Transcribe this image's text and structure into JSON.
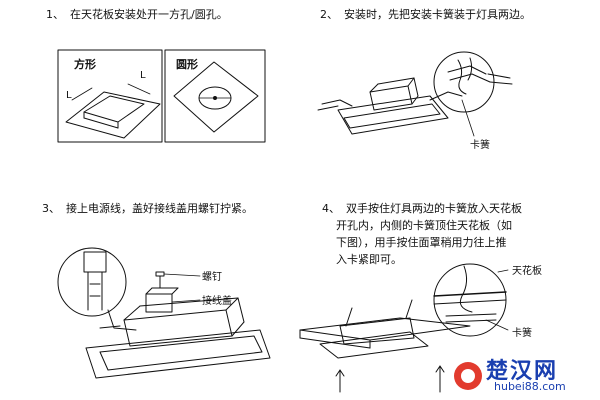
{
  "steps": [
    {
      "num": "1、",
      "text": "在天花板安装处开一方孔/圆孔。"
    },
    {
      "num": "2、",
      "text": "安装时，先把安装卡簧装于灯具两边。"
    },
    {
      "num": "3、",
      "text": "接上电源线，盖好接线盖用螺钉拧紧。"
    },
    {
      "num": "4、",
      "lines": [
        "双手按住灯具两边的卡簧放入天花板",
        "开孔内，内侧的卡簧顶住天花板（如",
        "下图），用手按住面罩稍用力往上推",
        "入卡紧即可。"
      ]
    }
  ],
  "figure1": {
    "square_label": "方形",
    "round_label": "圆形",
    "dim_L1": "L",
    "dim_L2": "L"
  },
  "figure2": {
    "spring_label": "卡簧"
  },
  "figure3": {
    "screw_label": "螺钉",
    "cover_label": "接线盖"
  },
  "figure4": {
    "ceiling_label": "天花板",
    "spring_label": "卡簧"
  },
  "watermark": {
    "cn": "楚汉网",
    "url": "hubei88.com"
  },
  "colors": {
    "line": "#111111",
    "watermark": "#1a3fb0",
    "watermark_accent": "#e23b2e"
  }
}
